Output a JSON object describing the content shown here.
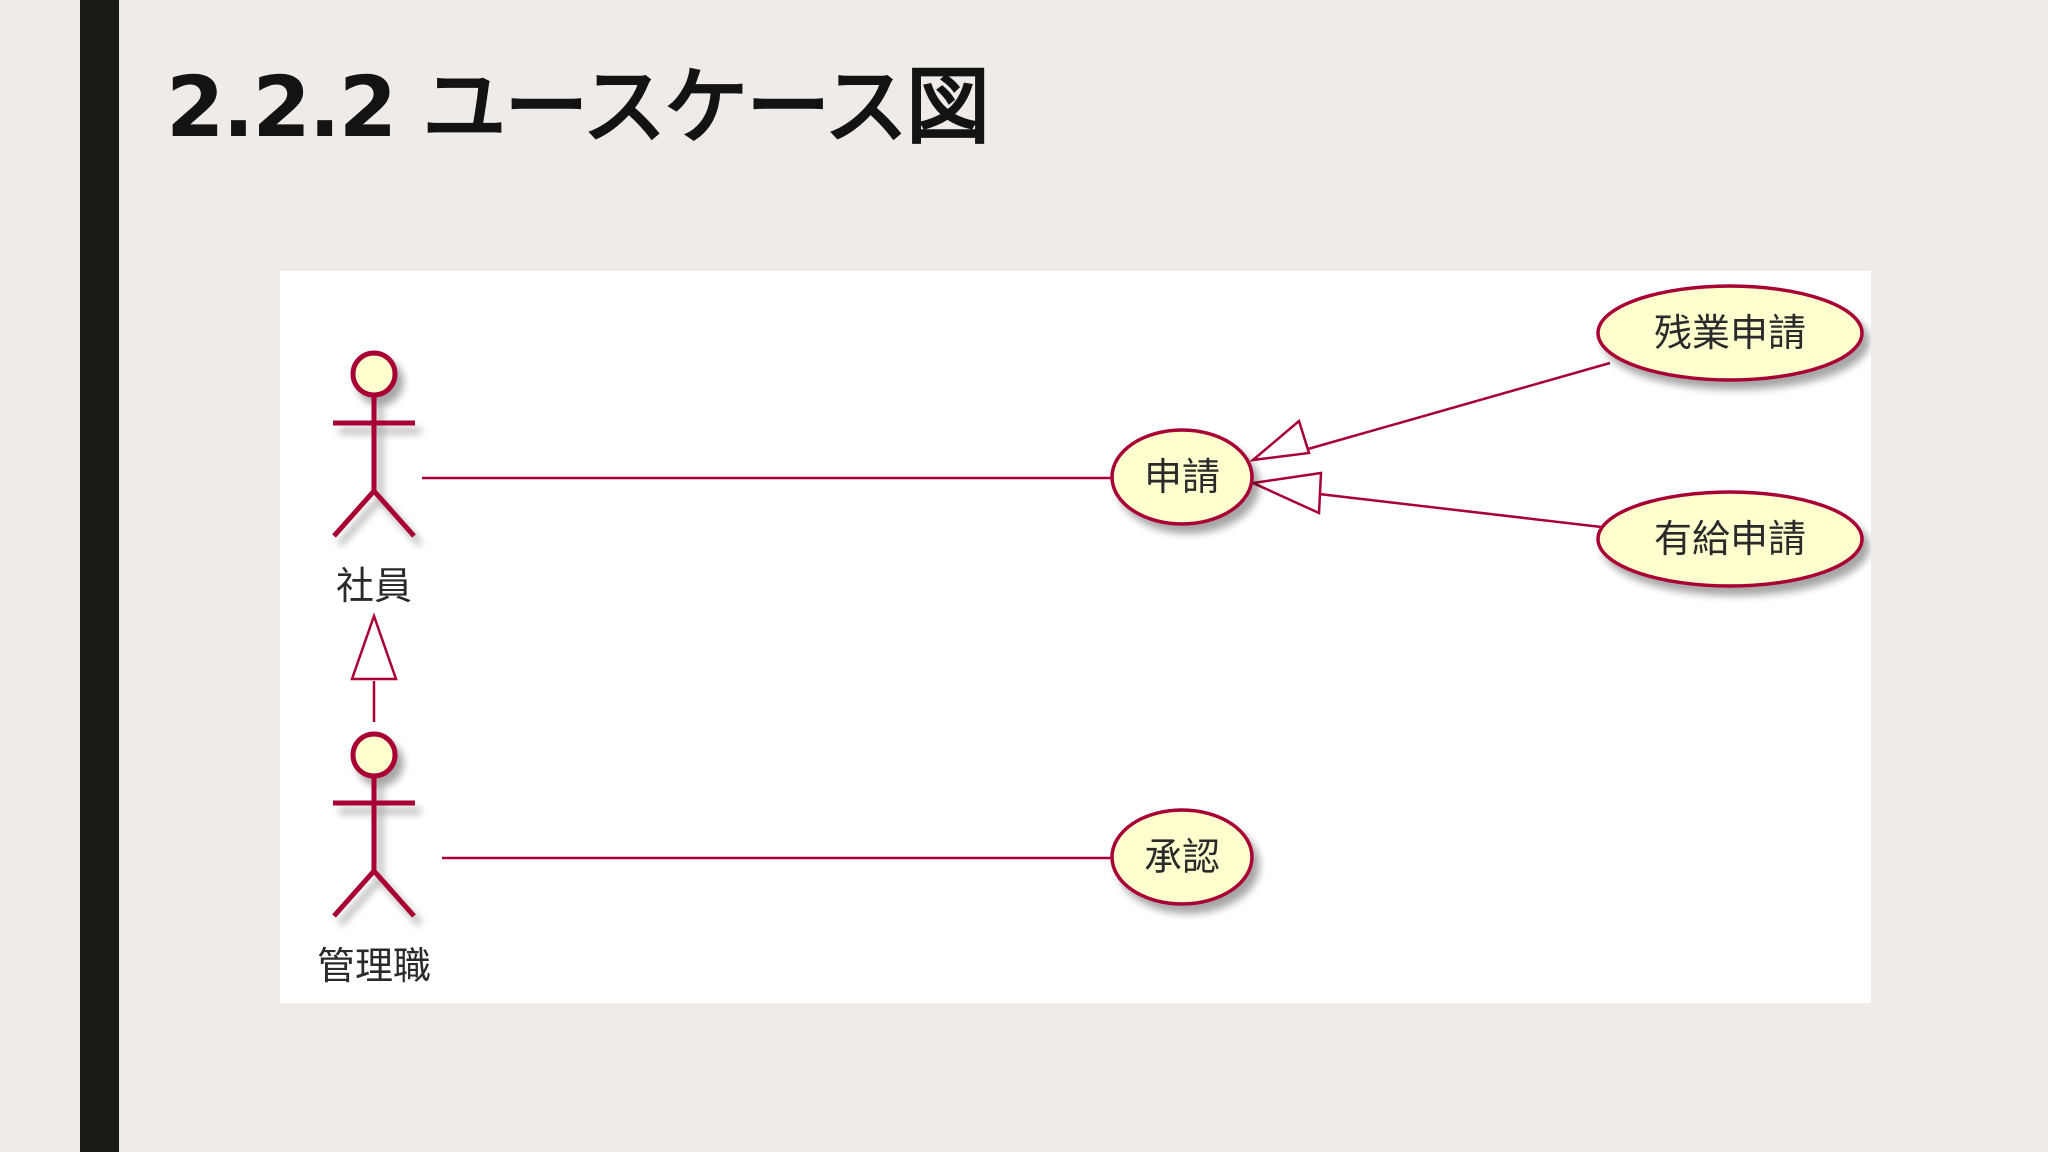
{
  "slide": {
    "title": "2.2.2 ユースケース図"
  },
  "diagram": {
    "actors": [
      {
        "id": "employee",
        "label": "社員"
      },
      {
        "id": "manager",
        "label": "管理職"
      }
    ],
    "usecases": [
      {
        "id": "apply",
        "label": "申請"
      },
      {
        "id": "overtime",
        "label": "残業申請"
      },
      {
        "id": "paid_leave",
        "label": "有給申請"
      },
      {
        "id": "approve",
        "label": "承認"
      }
    ],
    "associations": [
      {
        "from": "employee",
        "to": "apply"
      },
      {
        "from": "manager",
        "to": "approve"
      }
    ],
    "generalizations": [
      {
        "child": "manager",
        "parent": "employee"
      },
      {
        "child": "overtime",
        "parent": "apply"
      },
      {
        "child": "paid_leave",
        "parent": "apply"
      }
    ]
  },
  "colors": {
    "background": "#f0ebe6",
    "accent_bar": "#1c1a16",
    "line": "#a80036",
    "usecase_fill": "#fefece"
  }
}
